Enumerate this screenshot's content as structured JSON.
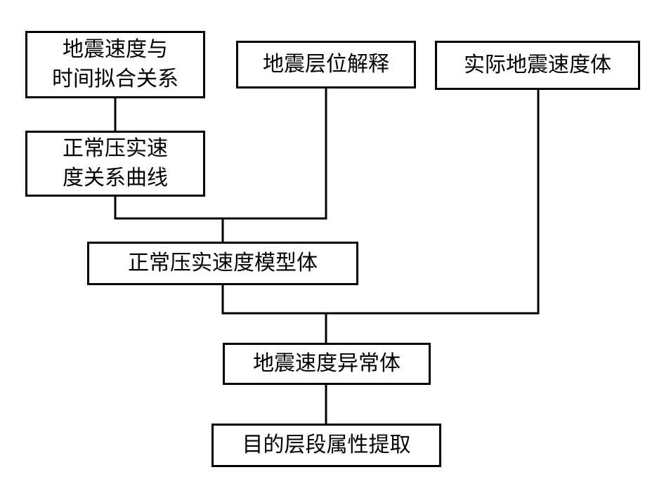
{
  "diagram": {
    "nodes": {
      "velocity_time_fit": "地震速度与\n时间拟合关系",
      "normal_pressure_curve": "正常压实速\n度关系曲线",
      "horizon_interpretation": "地震层位解释",
      "actual_velocity_volume": "实际地震速度体",
      "normal_pressure_model": "正常压实速度模型体",
      "velocity_anomaly": "地震速度异常体",
      "target_attribute_extraction": "目的层段属性提取"
    },
    "edges": [
      {
        "from": "velocity_time_fit",
        "to": "normal_pressure_curve"
      },
      {
        "from": "normal_pressure_curve",
        "to": "normal_pressure_model"
      },
      {
        "from": "horizon_interpretation",
        "to": "normal_pressure_model"
      },
      {
        "from": "normal_pressure_model",
        "to": "velocity_anomaly"
      },
      {
        "from": "actual_velocity_volume",
        "to": "velocity_anomaly"
      },
      {
        "from": "velocity_anomaly",
        "to": "target_attribute_extraction"
      }
    ],
    "line_color": "#000000",
    "box_border_color": "#000000"
  }
}
